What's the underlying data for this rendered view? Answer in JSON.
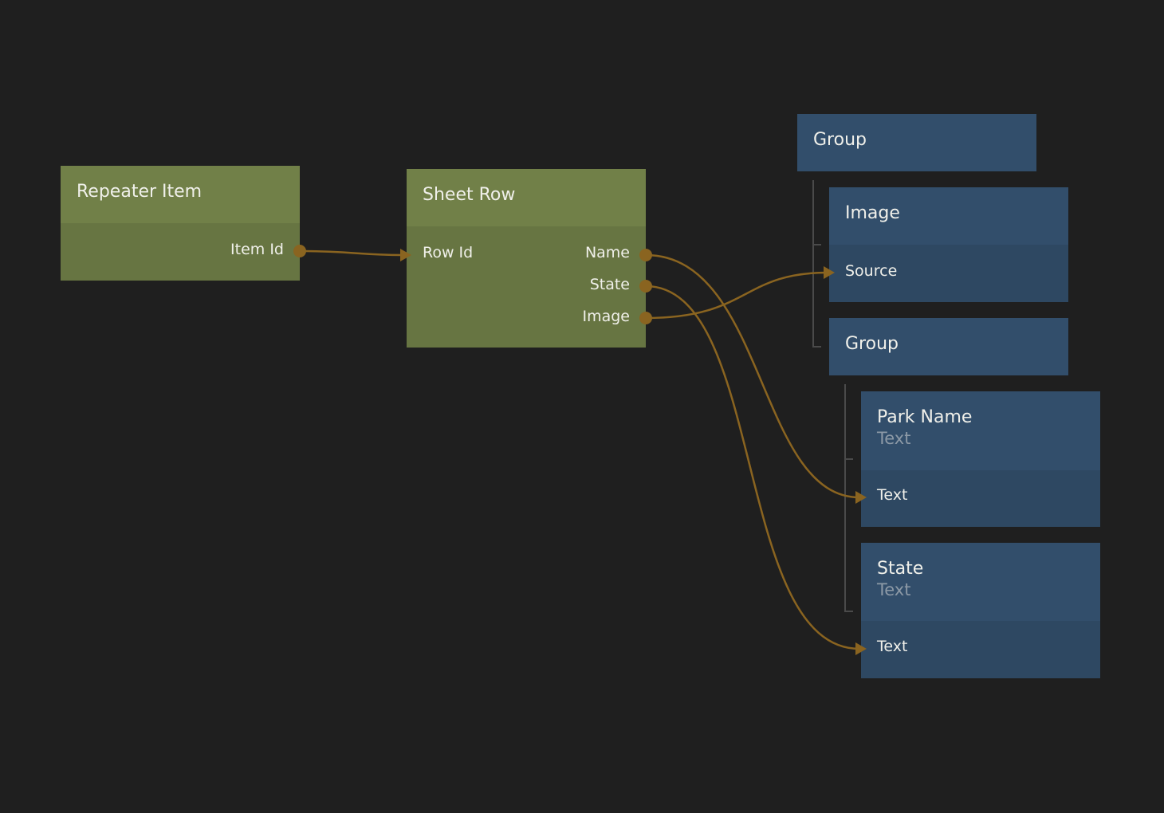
{
  "colors": {
    "background": "#1f1f1f",
    "green_header": "#718048",
    "green_body": "#677542",
    "blue_header": "#324e6b",
    "blue_body": "#2e4862",
    "connection": "#8a6420"
  },
  "nodes": {
    "repeater_item": {
      "title": "Repeater Item",
      "outputs": [
        "Item Id"
      ]
    },
    "sheet_row": {
      "title": "Sheet Row",
      "inputs": [
        "Row Id"
      ],
      "outputs": [
        "Name",
        "State",
        "Image"
      ]
    },
    "group_root": {
      "title": "Group"
    },
    "image": {
      "title": "Image",
      "inputs": [
        "Source"
      ]
    },
    "group_child": {
      "title": "Group"
    },
    "park_name": {
      "title": "Park Name",
      "type": "Text",
      "inputs": [
        "Text"
      ]
    },
    "state": {
      "title": "State",
      "type": "Text",
      "inputs": [
        "Text"
      ]
    }
  },
  "connections": [
    {
      "from": "Repeater Item.Item Id",
      "to": "Sheet Row.Row Id"
    },
    {
      "from": "Sheet Row.Name",
      "to": "Park Name.Text"
    },
    {
      "from": "Sheet Row.State",
      "to": "State.Text"
    },
    {
      "from": "Sheet Row.Image",
      "to": "Image.Source"
    }
  ]
}
